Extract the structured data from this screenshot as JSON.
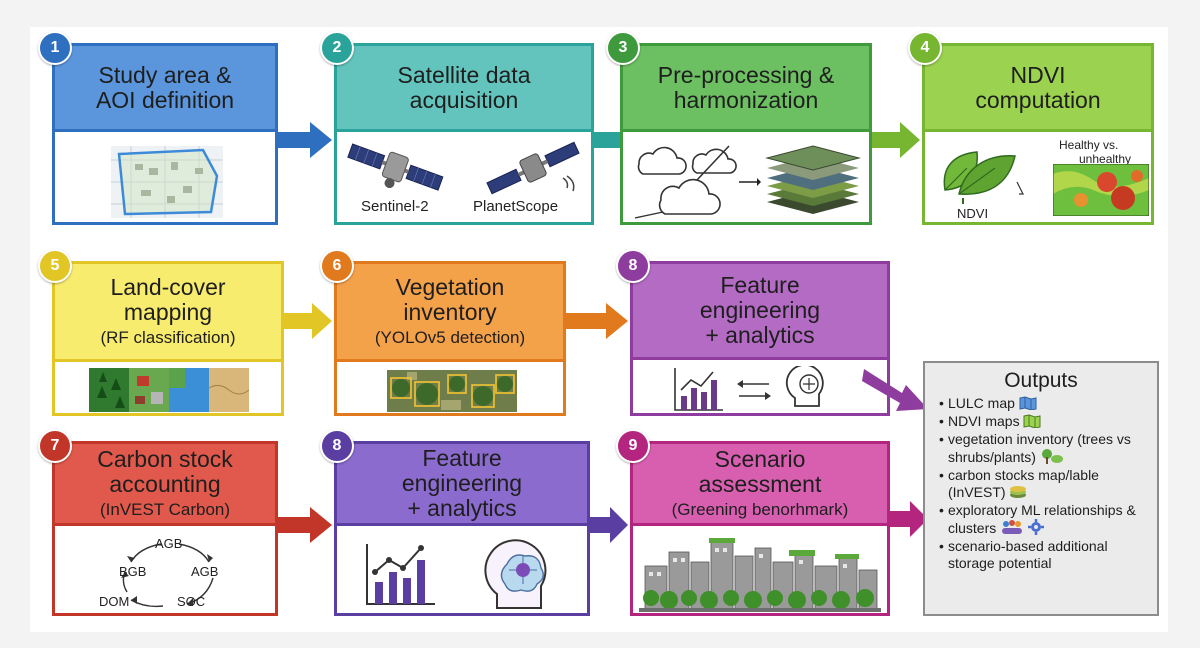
{
  "steps": [
    {
      "num": "1",
      "title_1": "Study area &",
      "title_2": "AOI definition",
      "color": "#2f6fbf",
      "head": "#5b95db"
    },
    {
      "num": "2",
      "title_1": "Satellite data",
      "title_2": "acquisition",
      "color": "#2aa39a",
      "head": "#62c4bc",
      "labels": [
        "Sentinel-2",
        "PlanetScope"
      ]
    },
    {
      "num": "3",
      "title_1": "Pre-processing &",
      "title_2": "harmonization",
      "color": "#3e9a3c",
      "head": "#6cc061"
    },
    {
      "num": "4",
      "title_1": "NDVI",
      "title_2": "computation",
      "color": "#76b630",
      "head": "#9bd24f",
      "labels": [
        "NDVI",
        "Healthy vs.",
        "unhealthy"
      ]
    },
    {
      "num": "5",
      "title_1": "Land-cover",
      "title_2": "mapping",
      "subtitle": "(RF classification)",
      "color": "#e1c626",
      "head": "#f8ec6f"
    },
    {
      "num": "6",
      "title_1": "Vegetation",
      "title_2": "inventory",
      "subtitle": "(YOLOv5 detection)",
      "color": "#e07a1d",
      "head": "#f4a24a"
    },
    {
      "num": "8",
      "title_1": "Feature",
      "title_2": "engineering",
      "subtitle": "+ analytics",
      "color": "#8e3c9e",
      "head": "#b46bc4"
    },
    {
      "num": "7",
      "title_1": "Carbon stock",
      "title_2": "accounting",
      "subtitle": "(InVEST Carbon)",
      "color": "#c2362a",
      "head": "#e0594c",
      "labels": [
        "AGB",
        "BGB",
        "AGB",
        "DOM",
        "SOC"
      ]
    },
    {
      "num": "8",
      "title_1": "Feature",
      "title_2": "engineering",
      "subtitle": "+ analytics",
      "color": "#5b3ea1",
      "head": "#8b6bce"
    },
    {
      "num": "9",
      "title_1": "Scenario",
      "title_2": "assessment",
      "subtitle": "(Greening benorhmark)",
      "color": "#b3257f",
      "head": "#d85fb0"
    }
  ],
  "outputs": {
    "title": "Outputs",
    "items": [
      "LULC map",
      "NDVI maps",
      "vegetation inventory (trees vs shrubs/plants)",
      "carbon stocks map/lable (InVEST)",
      "exploratory ML relationships & clusters",
      "scenario-based additional storage potential"
    ]
  }
}
